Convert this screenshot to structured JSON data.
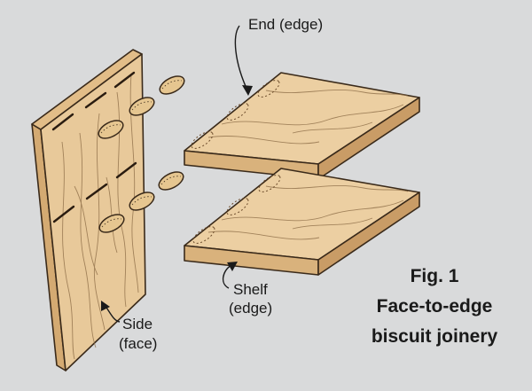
{
  "labels": {
    "end_edge": "End (edge)",
    "shelf_line1": "Shelf",
    "shelf_line2": "(edge)",
    "side_line1": "Side",
    "side_line2": "(face)"
  },
  "caption": {
    "line1": "Fig. 1",
    "line2": "Face-to-edge",
    "line3": "biscuit joinery"
  },
  "colors": {
    "background": "#d9dadb",
    "wood_face": "#e8c99a",
    "wood_top": "#eccfa2",
    "wood_edge": "#d9b27c",
    "wood_dark_edge": "#c99c66",
    "biscuit": "#e6c690",
    "outline": "#3a2a1a",
    "text": "#1a1a1a"
  }
}
